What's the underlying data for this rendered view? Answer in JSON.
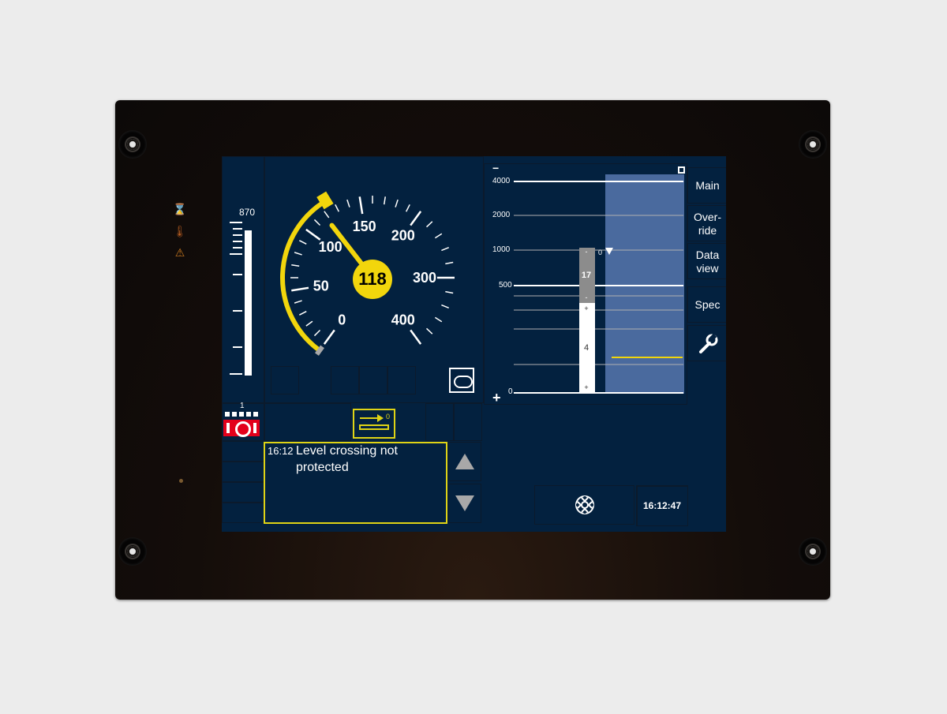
{
  "indicators": {
    "hourglass_icon": "⌛",
    "thermometer_icon": "🌡",
    "warning_icon": "⚠"
  },
  "speedometer": {
    "current_speed": "118",
    "speed_value": 118,
    "max_speed": 400,
    "scale_labels": [
      "0",
      "50",
      "100",
      "150",
      "200",
      "300",
      "400"
    ],
    "permitted_speed_range": [
      0,
      125
    ],
    "needle_color": "#f2d60c",
    "arc_color": "#f2d60c"
  },
  "target_distance": {
    "label": "870",
    "value": 870
  },
  "planning": {
    "distance_labels": [
      "4000",
      "2000",
      "1000",
      "500",
      "0"
    ],
    "minus_label": "−",
    "plus_label": "+",
    "gradient_upper": "17",
    "gradient_lower": "4",
    "gradient_upper_sign_top": "-",
    "gradient_upper_sign_bottom": "-",
    "gradient_lower_sign_top": "+",
    "gradient_lower_sign_bottom": "+",
    "speed_marker": "0"
  },
  "level": {
    "label": "1"
  },
  "mode_icon": {
    "label": "0"
  },
  "message": {
    "time": "16:12",
    "text_line1": "Level crossing not",
    "text_line2": "protected"
  },
  "softkeys": {
    "main": "Main",
    "override_1": "Over-",
    "override_2": "ride",
    "dataview_1": "Data",
    "dataview_2": "view",
    "special": "Spec",
    "settings_icon": "wrench-icon"
  },
  "status": {
    "time": "16:12:47"
  },
  "colors": {
    "screen_bg": "#03213f",
    "yellow": "#f2d60c",
    "white": "#ffffff",
    "red": "#e3001b"
  }
}
